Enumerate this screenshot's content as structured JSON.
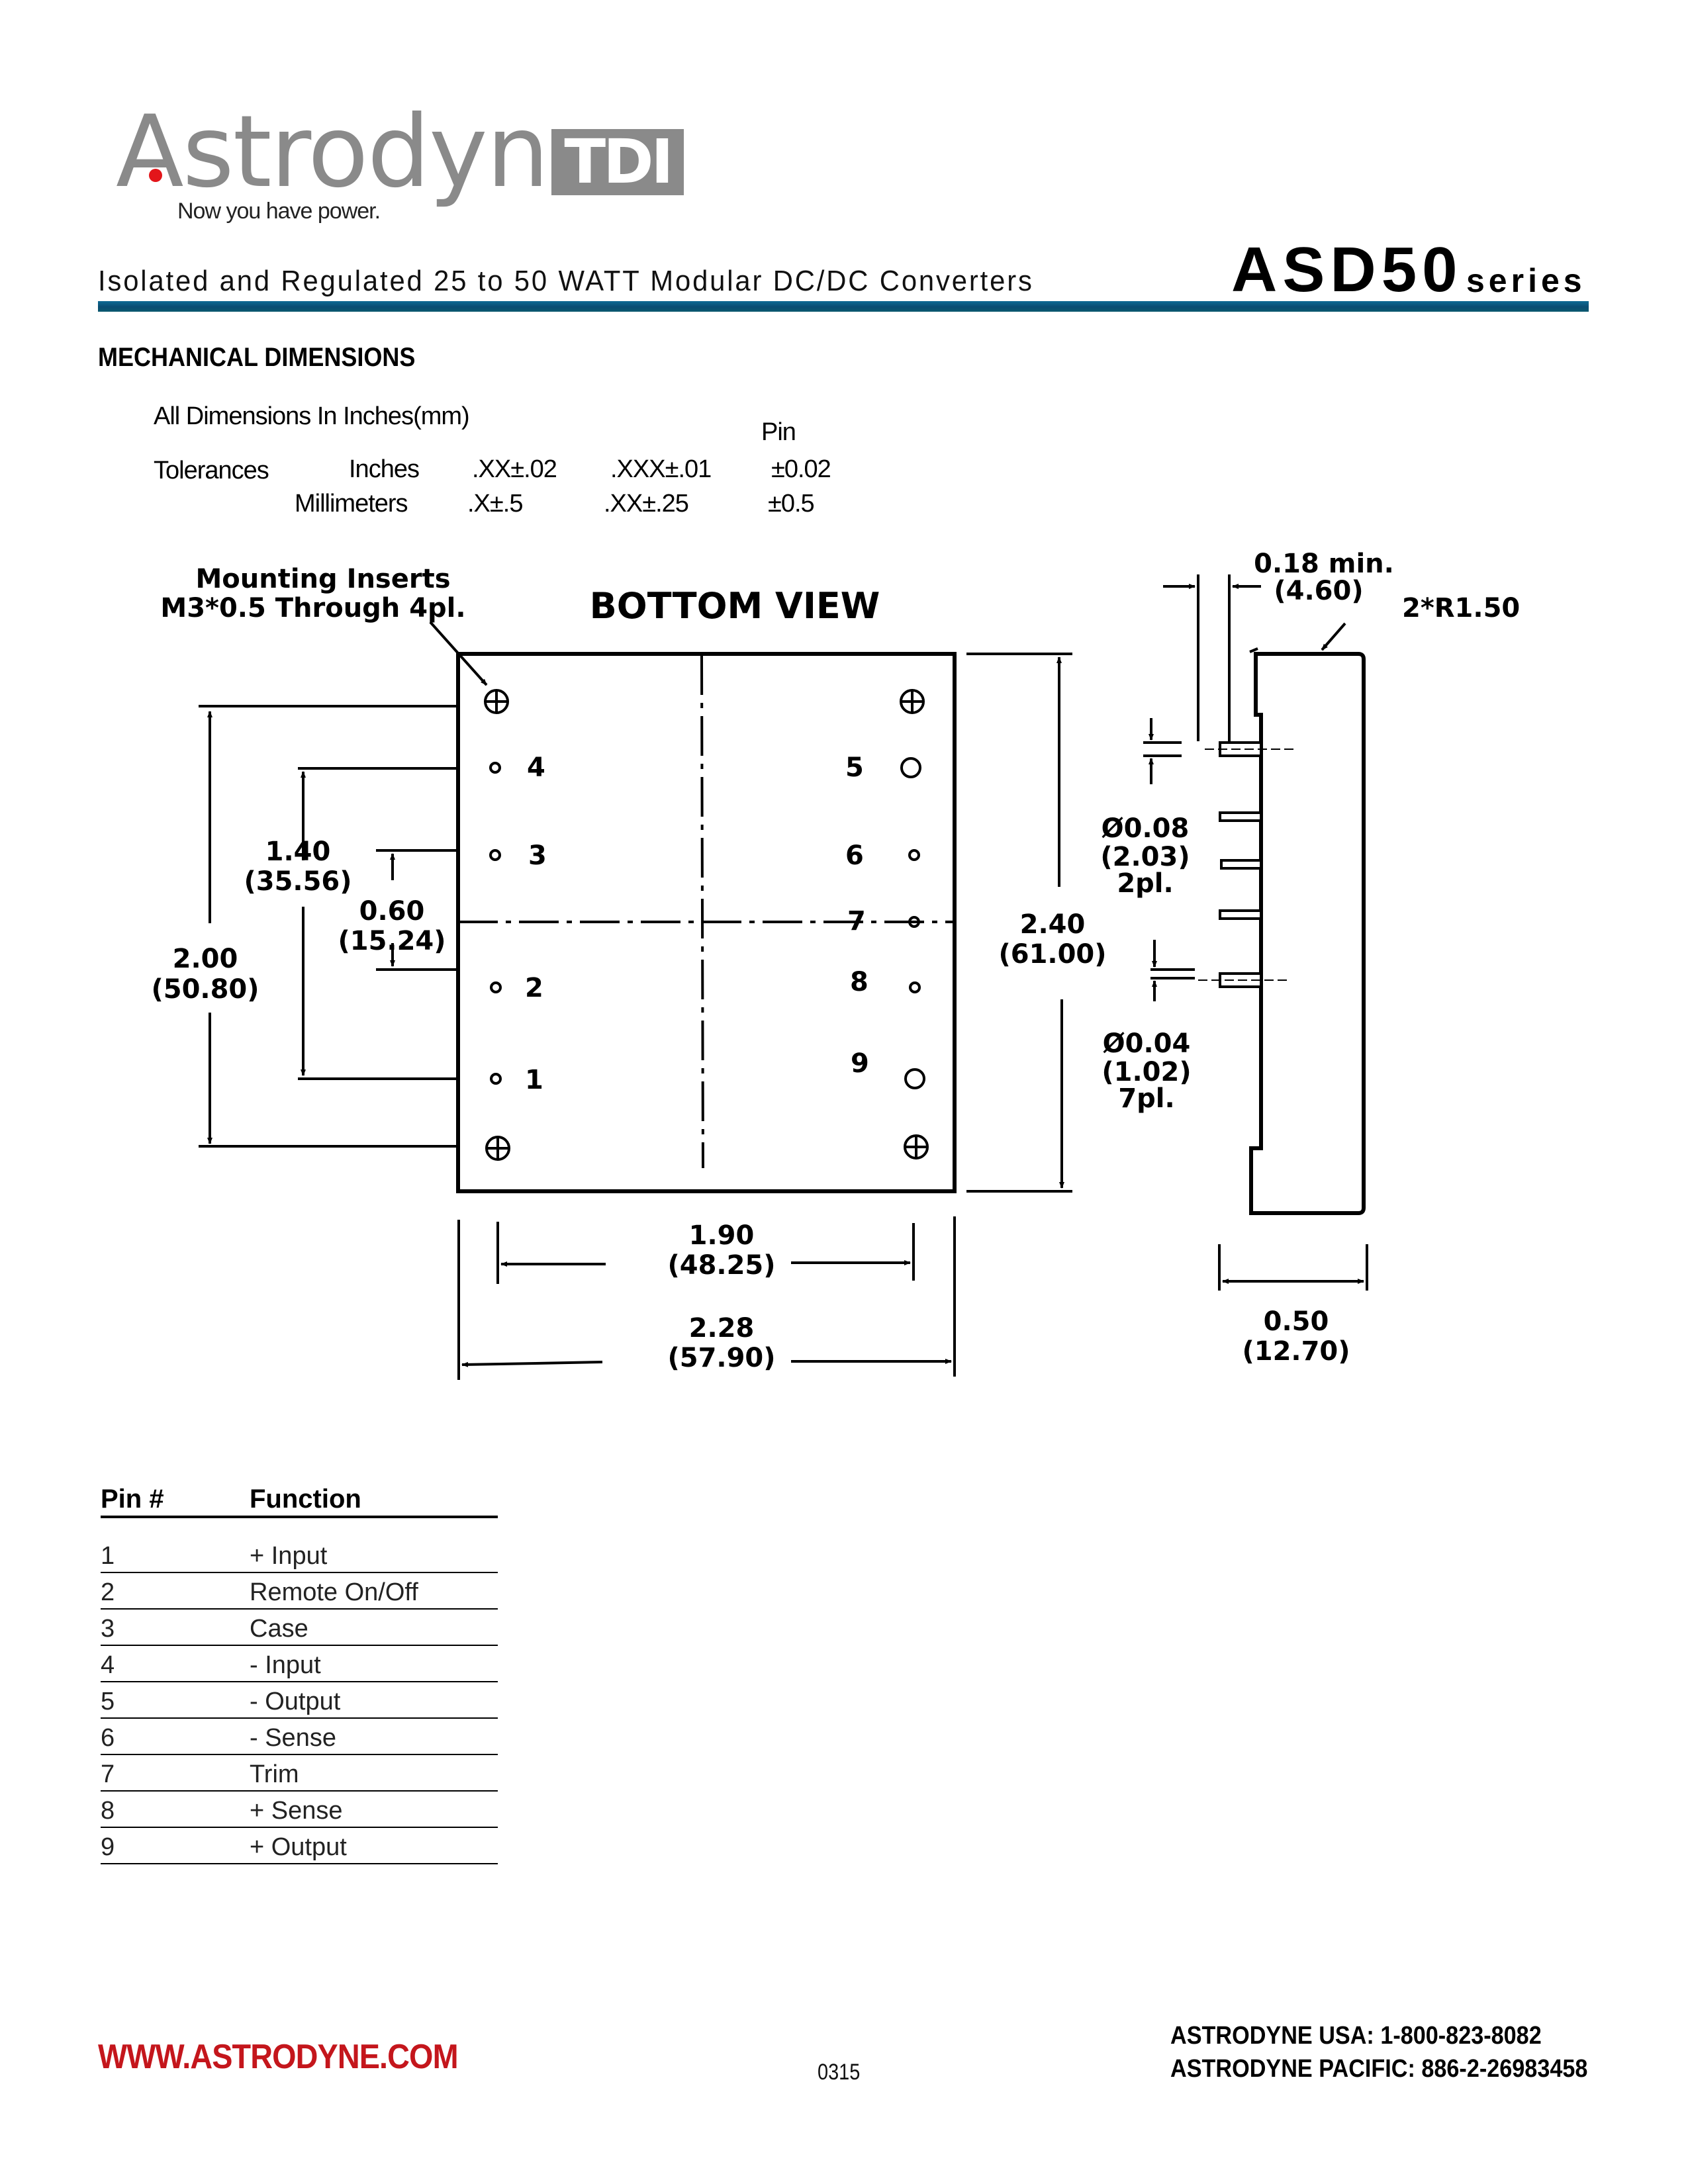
{
  "logo": {
    "brand": "Astrodyne",
    "badge": "TDI",
    "tagline": "Now you have power.",
    "colors": {
      "text": "#8a8a8a",
      "dot": "#e3151a"
    }
  },
  "header": {
    "subtitle": "Isolated and Regulated 25 to 50 WATT Modular DC/DC Converters",
    "series_name": "ASD50",
    "series_word": "series",
    "rule_color": "#0a4c72"
  },
  "mechanical": {
    "heading": "MECHANICAL DIMENSIONS",
    "units_note": "All Dimensions In Inches(mm)",
    "tolerances": {
      "label": "Tolerances",
      "pin_header": "Pin",
      "rows": [
        {
          "unit": "Inches",
          "two_place": ".XX±.02",
          "three_place": ".XXX±.01",
          "pin": "±0.02"
        },
        {
          "unit": "Millimeters",
          "two_place": ".X±.5",
          "three_place": ".XX±.25",
          "pin": "±0.5"
        }
      ]
    }
  },
  "drawing": {
    "mounting_note_line1": "Mounting Inserts",
    "mounting_note_line2": "M3*0.5 Through 4pl.",
    "view_title": "BOTTOM VIEW",
    "pin_labels": [
      "1",
      "2",
      "3",
      "4",
      "5",
      "6",
      "7",
      "8",
      "9"
    ],
    "dims": {
      "d200": {
        "in": "2.00",
        "mm": "(50.80)"
      },
      "d140": {
        "in": "1.40",
        "mm": "(35.56)"
      },
      "d060": {
        "in": "0.60",
        "mm": "(15.24)"
      },
      "d240": {
        "in": "2.40",
        "mm": "(61.00)"
      },
      "d190": {
        "in": "1.90",
        "mm": "(48.25)"
      },
      "d228": {
        "in": "2.28",
        "mm": "(57.90)"
      },
      "d018": {
        "in": "0.18 min.",
        "mm": "(4.60)"
      },
      "radius": "2*R1.50",
      "pin_large": {
        "in": "Ø0.08",
        "mm": "(2.03)",
        "qty": "2pl."
      },
      "pin_small": {
        "in": "Ø0.04",
        "mm": "(1.02)",
        "qty": "7pl."
      },
      "d050": {
        "in": "0.50",
        "mm": "(12.70)"
      }
    }
  },
  "pin_table": {
    "headers": [
      "Pin #",
      "Function"
    ],
    "rows": [
      {
        "pin": "1",
        "function": "+ Input"
      },
      {
        "pin": "2",
        "function": "Remote On/Off"
      },
      {
        "pin": "3",
        "function": "Case"
      },
      {
        "pin": "4",
        "function": "- Input"
      },
      {
        "pin": "5",
        "function": "- Output"
      },
      {
        "pin": "6",
        "function": "- Sense"
      },
      {
        "pin": "7",
        "function": "Trim"
      },
      {
        "pin": "8",
        "function": "+ Sense"
      },
      {
        "pin": "9",
        "function": "+ Output"
      }
    ]
  },
  "footer": {
    "website": "WWW.ASTRODYNE.COM",
    "doc_code": "0315",
    "contact_usa": "ASTRODYNE USA: 1-800-823-8082",
    "contact_pacific": "ASTRODYNE PACIFIC: 886-2-26983458",
    "website_color": "#c4161c"
  }
}
